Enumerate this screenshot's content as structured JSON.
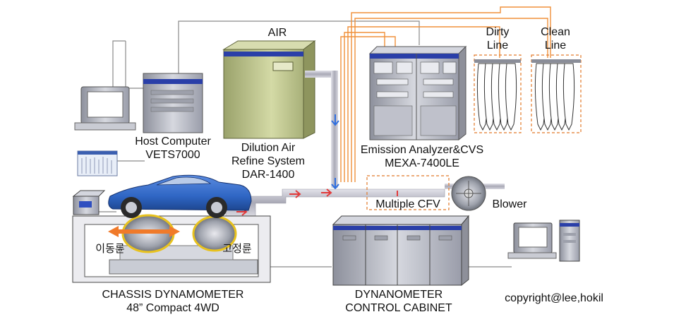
{
  "labels": {
    "air": "AIR",
    "dirty_line": "Dirty\nLine",
    "clean_line": "Clean\nLine",
    "host_computer": "Host Computer\nVETS7000",
    "dilution_air": "Dilution Air\nRefine System\nDAR-1400",
    "emission_analyzer": "Emission Analyzer&CVS\nMEXA-7400LE",
    "multiple_cfv": "Multiple CFV",
    "blower": "Blower",
    "moving_roller": "이동륜",
    "fixed_roller": "고정륜",
    "chassis_dyno": "CHASSIS DYNAMOMETER\n48” Compact 4WD",
    "dyno_cabinet": "DYNANOMETER\nCONTROL CABINET",
    "copyright": "copyright@lee,hokil"
  },
  "colors": {
    "equipment_gray": "#b9bcc6",
    "equipment_blue_band": "#2a3fa8",
    "dilution_olive": "#bfc78f",
    "car_blue": "#2f66c4",
    "orange_line": "#f0903a",
    "dashed_box": "#e27a2a",
    "pipe_gray": "#c7c7cf",
    "arrow_red": "#e23a3a",
    "arrow_blue": "#2f6fe0",
    "roller_ring": "#e8c21e",
    "arrow_orange": "#f07a2a"
  }
}
